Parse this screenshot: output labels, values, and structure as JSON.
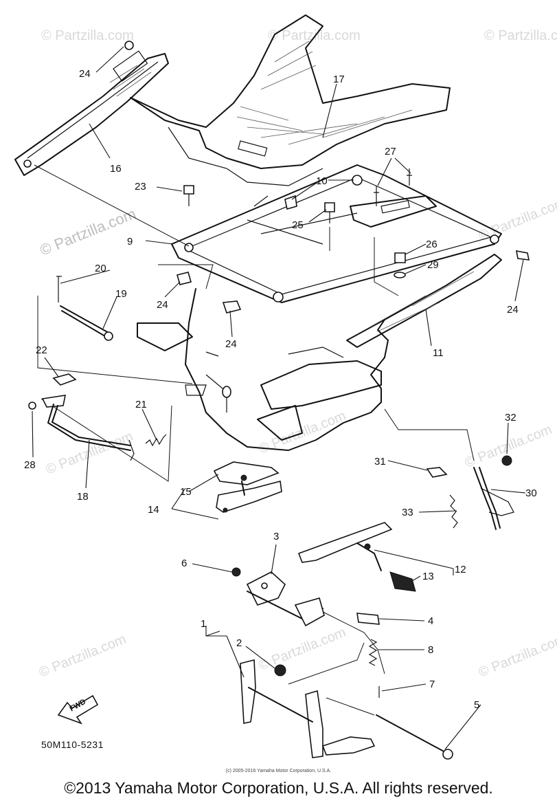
{
  "watermark": "© Partzilla.com",
  "diagram_code": "50M110-5231",
  "fwd_label": "FWD",
  "copyright_small": "(c) 2005-2016 Yamaha Motor Corporation, U.S.A.",
  "copyright_footer": "©2013 Yamaha Motor Corporation, U.S.A. All rights reserved.",
  "callouts": {
    "c1": "1",
    "c2": "2",
    "c3": "3",
    "c4": "4",
    "c5": "5",
    "c6": "6",
    "c7": "7",
    "c8": "8",
    "c9": "9",
    "c10": "10",
    "c11": "11",
    "c12": "12",
    "c13": "13",
    "c14": "14",
    "c15": "15",
    "c16": "16",
    "c17": "17",
    "c18": "18",
    "c19": "19",
    "c20": "20",
    "c21": "21",
    "c22": "22",
    "c23": "23",
    "c24": "24",
    "c25": "25",
    "c26": "26",
    "c27": "27",
    "c28": "28",
    "c29": "29",
    "c30": "30",
    "c31": "31",
    "c32": "32",
    "c33": "33"
  }
}
